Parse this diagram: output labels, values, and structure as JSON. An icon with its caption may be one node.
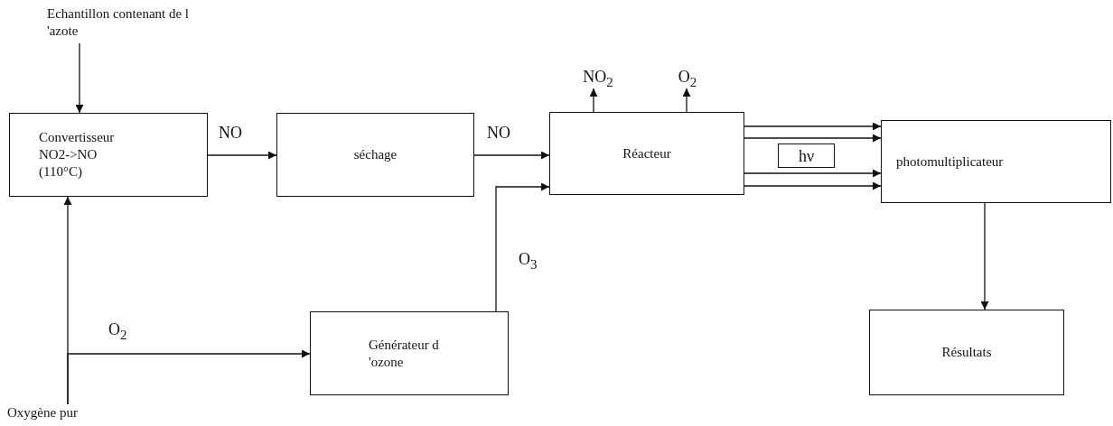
{
  "diagram": {
    "nodes": [
      {
        "text": [
          "Echantillon contenant de l 'azote"
        ]
      },
      {
        "text": [
          "Convertisseur NO2->NO (110°C)"
        ]
      },
      {
        "text": [
          "séchage"
        ]
      },
      {
        "text": [
          "Réacteur"
        ]
      },
      {
        "text": [
          "photomultiplicateur"
        ]
      },
      {
        "text": [
          "Générateur d 'ozone"
        ]
      },
      {
        "text": [
          "Résultats"
        ]
      },
      {
        "text": [
          "Oxygène pur"
        ]
      },
      {
        "text": [
          "NO$_{2}$"
        ]
      },
      {
        "text": [
          "O$_{2}$"
        ]
      },
      {
        "text": [
          "hν"
        ]
      }
    ],
    "edges": [
      {
        "from": 0,
        "to": 1,
        "arrow": "to"
      },
      {
        "from": 1,
        "to": 2,
        "arrow": "to",
        "label": "NO"
      },
      {
        "from": 2,
        "to": 3,
        "arrow": "to",
        "label": "NO"
      },
      {
        "from": 5,
        "to": 3,
        "arrow": "to",
        "label": "O$_{3}$"
      },
      {
        "from": 7,
        "to": 1,
        "arrow": "to"
      },
      {
        "from": 7,
        "to": 5,
        "arrow": "to",
        "label": "O$_{2}$"
      },
      {
        "from": 3,
        "to": 8,
        "arrow": "to"
      },
      {
        "from": 3,
        "to": 9,
        "arrow": "to"
      },
      {
        "from": 3,
        "to": 4,
        "arrow": "to"
      },
      {
        "from": 3,
        "to": 4,
        "arrow": "to"
      },
      {
        "from": 3,
        "to": 4,
        "arrow": "to"
      },
      {
        "from": 3,
        "to": 4,
        "arrow": "to"
      },
      {
        "from": 4,
        "to": 6,
        "arrow": "to"
      }
    ]
  }
}
